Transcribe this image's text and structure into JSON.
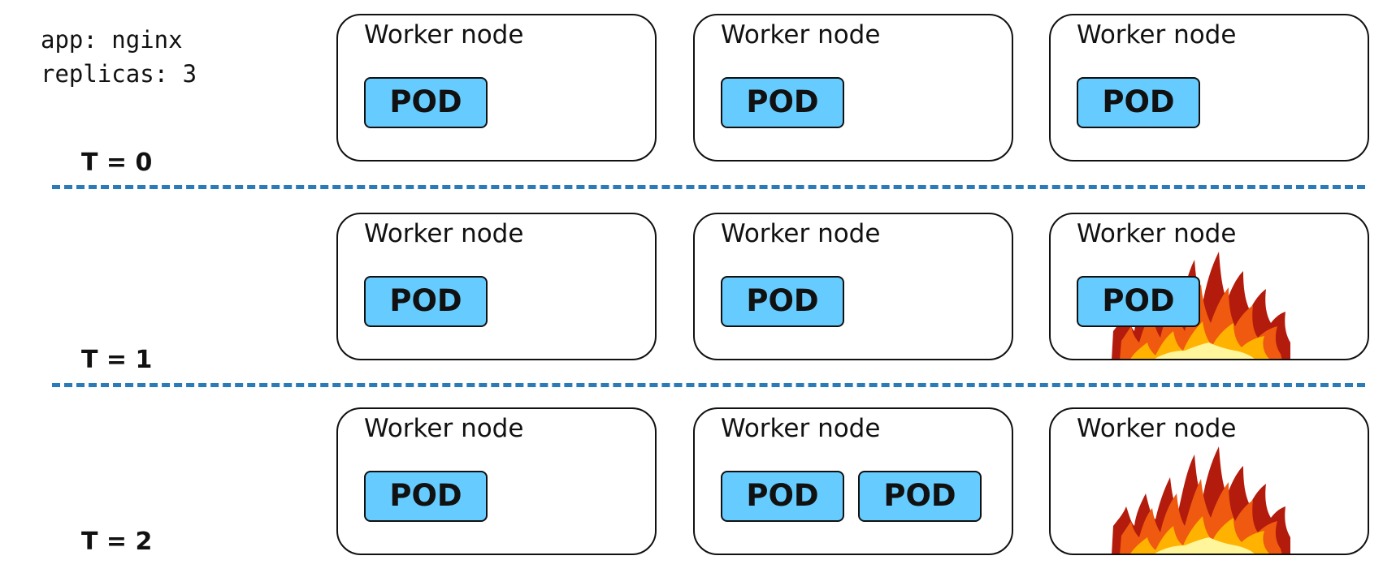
{
  "spec": {
    "line1": "app: nginx",
    "line2": "replicas: 3"
  },
  "rows": [
    {
      "time_label": "T = 0",
      "nodes": [
        {
          "title": "Worker node",
          "pods": [
            "POD"
          ],
          "on_fire": false
        },
        {
          "title": "Worker node",
          "pods": [
            "POD"
          ],
          "on_fire": false
        },
        {
          "title": "Worker node",
          "pods": [
            "POD"
          ],
          "on_fire": false
        }
      ]
    },
    {
      "time_label": "T = 1",
      "nodes": [
        {
          "title": "Worker node",
          "pods": [
            "POD"
          ],
          "on_fire": false
        },
        {
          "title": "Worker node",
          "pods": [
            "POD"
          ],
          "on_fire": false
        },
        {
          "title": "Worker node",
          "pods": [
            "POD"
          ],
          "on_fire": true
        }
      ]
    },
    {
      "time_label": "T = 2",
      "nodes": [
        {
          "title": "Worker node",
          "pods": [
            "POD"
          ],
          "on_fire": false
        },
        {
          "title": "Worker node",
          "pods": [
            "POD",
            "POD"
          ],
          "on_fire": false
        },
        {
          "title": "Worker node",
          "pods": [],
          "on_fire": true
        }
      ]
    }
  ],
  "colors": {
    "pod_fill": "#66ccff",
    "divider": "#2a7bb8",
    "outline": "#111111"
  },
  "icons": {
    "fire": "fire-icon"
  }
}
